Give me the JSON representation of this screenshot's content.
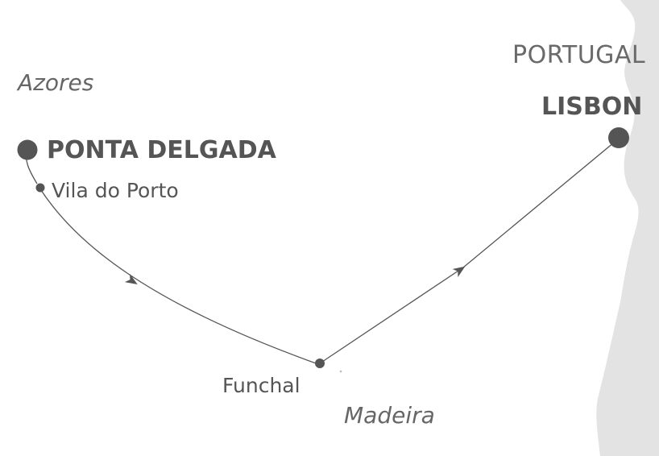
{
  "map": {
    "regions": {
      "azores": "Azores",
      "madeira": "Madeira",
      "portugal": "PORTUGAL"
    },
    "ports": {
      "ponta_delgada": "PONTA DELGADA",
      "vila_do_porto": "Vila do Porto",
      "funchal": "Funchal",
      "lisbon": "LISBON"
    },
    "colors": {
      "land": "#e3e3e3",
      "route": "#555555",
      "port_marker": "#555555",
      "text": "#555555"
    }
  }
}
